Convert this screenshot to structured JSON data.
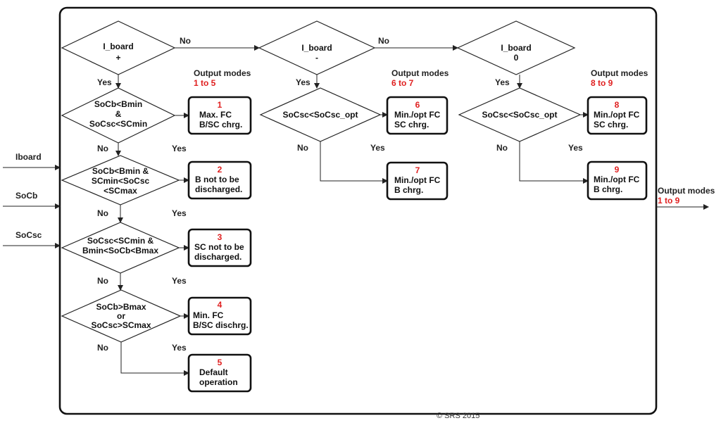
{
  "inputs": [
    "Iboard",
    "SoCb",
    "SoCsc"
  ],
  "decisions": {
    "iboard_pos": [
      "I_board",
      "+"
    ],
    "iboard_neg": [
      "I_board",
      "-"
    ],
    "iboard_zero": [
      "I_board",
      "0"
    ],
    "d1": [
      "SoCb<Bmin",
      "&",
      "SoCsc<SCmin"
    ],
    "d2": [
      "SoCb<Bmin &",
      "SCmin<SoCsc",
      "<SCmax"
    ],
    "d3": [
      "SoCsc<SCmin &",
      "Bmin<SoCb<Bmax"
    ],
    "d4": [
      "SoCb>Bmax",
      "or",
      "SoCsc>SCmax"
    ],
    "d5": [
      "SoCsc<SoCsc_opt"
    ],
    "d6": [
      "SoCsc<SoCsc_opt"
    ]
  },
  "boxes": [
    {
      "num": "1",
      "lines": [
        "Max. FC",
        "B/SC chrg."
      ]
    },
    {
      "num": "2",
      "lines": [
        "B not to be",
        "discharged."
      ]
    },
    {
      "num": "3",
      "lines": [
        "SC not to be",
        "discharged."
      ]
    },
    {
      "num": "4",
      "lines": [
        "Min. FC",
        "B/SC dischrg."
      ]
    },
    {
      "num": "5",
      "lines": [
        "Default",
        "operation"
      ]
    },
    {
      "num": "6",
      "lines": [
        "Min./opt FC",
        "SC chrg."
      ]
    },
    {
      "num": "7",
      "lines": [
        "Min./opt FC",
        "B chrg."
      ]
    },
    {
      "num": "8",
      "lines": [
        "Min./opt FC",
        "SC chrg."
      ]
    },
    {
      "num": "9",
      "lines": [
        "Min./opt FC",
        "B chrg."
      ]
    }
  ],
  "output_groups": [
    {
      "title": "Output modes",
      "range": "1 to 5"
    },
    {
      "title": "Output modes",
      "range": "6 to 7"
    },
    {
      "title": "Output modes",
      "range": "8 to 9"
    }
  ],
  "final_output": {
    "title": "Output modes",
    "range": "1 to 9"
  },
  "labels": {
    "yes": "Yes",
    "no": "No"
  },
  "copyright": "© SRS 2015",
  "colors": {
    "accent": "#e02020",
    "line": "#222222"
  }
}
